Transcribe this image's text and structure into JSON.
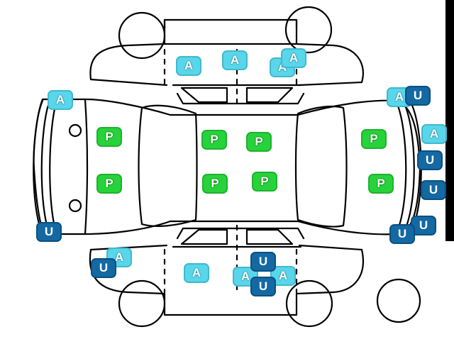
{
  "legend": {
    "A": {
      "label": "A",
      "color": "#5ad6ea"
    },
    "P": {
      "label": "P",
      "color": "#27d33a"
    },
    "U": {
      "label": "U",
      "color": "#1469a3"
    }
  },
  "markers": [
    {
      "kind": "A",
      "pos": [
        266,
        93
      ]
    },
    {
      "kind": "A",
      "pos": [
        331,
        85
      ]
    },
    {
      "kind": "A",
      "pos": [
        398,
        95
      ]
    },
    {
      "kind": "A",
      "pos": [
        414,
        82
      ]
    },
    {
      "kind": "A",
      "pos": [
        85,
        141
      ]
    },
    {
      "kind": "A",
      "pos": [
        563,
        137
      ]
    },
    {
      "kind": "A",
      "pos": [
        612,
        189
      ]
    },
    {
      "kind": "A",
      "pos": [
        168,
        363
      ]
    },
    {
      "kind": "A",
      "pos": [
        277,
        385
      ]
    },
    {
      "kind": "A",
      "pos": [
        346,
        390
      ]
    },
    {
      "kind": "A",
      "pos": [
        399,
        389
      ]
    },
    {
      "kind": "P",
      "pos": [
        154,
        193
      ]
    },
    {
      "kind": "P",
      "pos": [
        302,
        197
      ]
    },
    {
      "kind": "P",
      "pos": [
        365,
        200
      ]
    },
    {
      "kind": "P",
      "pos": [
        527,
        196
      ]
    },
    {
      "kind": "P",
      "pos": [
        154,
        259
      ]
    },
    {
      "kind": "P",
      "pos": [
        303,
        259
      ]
    },
    {
      "kind": "P",
      "pos": [
        373,
        256
      ]
    },
    {
      "kind": "P",
      "pos": [
        537,
        259
      ]
    },
    {
      "kind": "U",
      "pos": [
        589,
        135
      ]
    },
    {
      "kind": "U",
      "pos": [
        606,
        226
      ]
    },
    {
      "kind": "U",
      "pos": [
        611,
        268
      ]
    },
    {
      "kind": "U",
      "pos": [
        597,
        318
      ]
    },
    {
      "kind": "U",
      "pos": [
        567,
        330
      ]
    },
    {
      "kind": "U",
      "pos": [
        69,
        327
      ]
    },
    {
      "kind": "U",
      "pos": [
        146,
        378
      ]
    },
    {
      "kind": "U",
      "pos": [
        371,
        369
      ]
    },
    {
      "kind": "U",
      "pos": [
        371,
        404
      ]
    }
  ]
}
